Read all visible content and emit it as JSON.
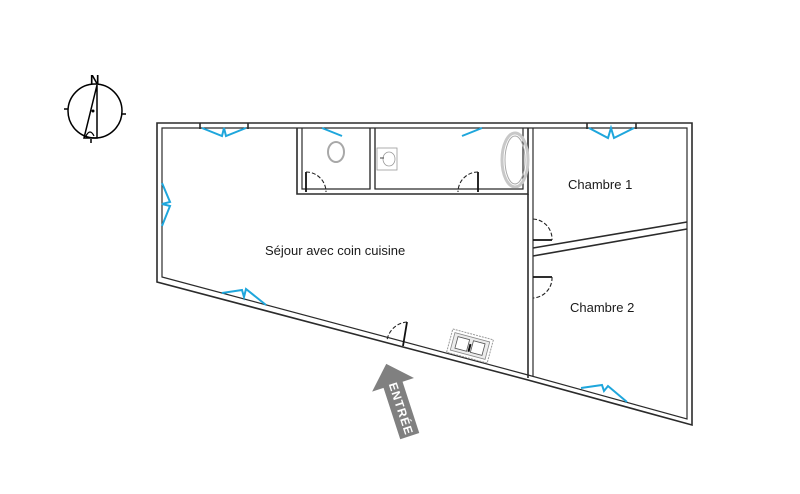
{
  "plan": {
    "compass": {
      "label": "N"
    },
    "rooms": [
      {
        "name": "Séjour avec coin cuisine"
      },
      {
        "name": "Chambre 1"
      },
      {
        "name": "Chambre 2"
      }
    ],
    "entrance": {
      "label": "ENTRÉE"
    },
    "colors": {
      "wall": "#2b2b2b",
      "window": "#1ea6dc",
      "fixture": "#a8a8a8",
      "entrance_arrow": "#808080"
    }
  }
}
